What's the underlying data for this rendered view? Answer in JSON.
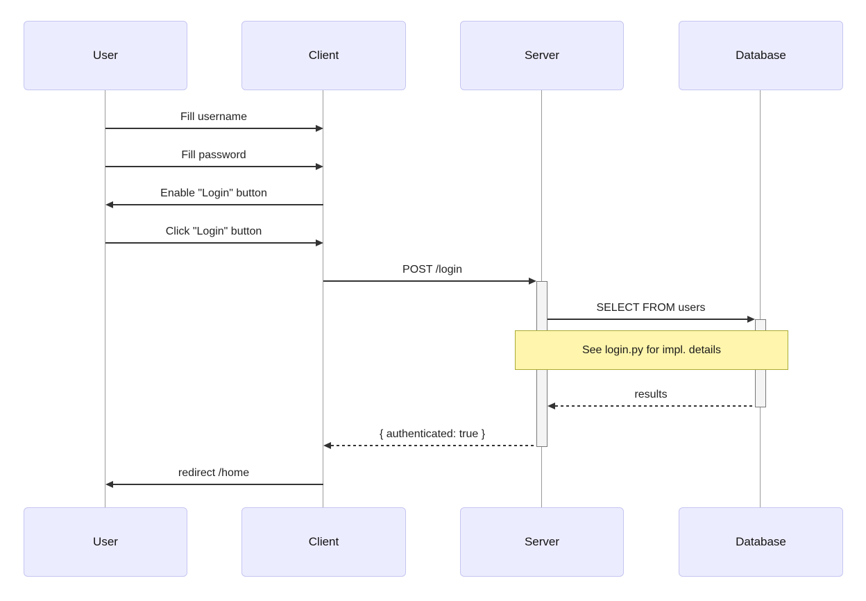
{
  "diagram_type": "sequence-diagram",
  "actors": [
    {
      "name": "User"
    },
    {
      "name": "Client"
    },
    {
      "name": "Server"
    },
    {
      "name": "Database"
    }
  ],
  "messages": [
    {
      "from": "User",
      "to": "Client",
      "label": "Fill username",
      "line": "solid"
    },
    {
      "from": "User",
      "to": "Client",
      "label": "Fill password",
      "line": "solid"
    },
    {
      "from": "Client",
      "to": "User",
      "label": "Enable \"Login\" button",
      "line": "solid"
    },
    {
      "from": "User",
      "to": "Client",
      "label": "Click \"Login\" button",
      "line": "solid"
    },
    {
      "from": "Client",
      "to": "Server",
      "label": "POST /login",
      "line": "solid"
    },
    {
      "from": "Server",
      "to": "Database",
      "label": "SELECT FROM users",
      "line": "solid"
    },
    {
      "from": "Database",
      "to": "Server",
      "label": "results",
      "line": "dashed"
    },
    {
      "from": "Server",
      "to": "Client",
      "label": "{ authenticated: true }",
      "line": "dashed"
    },
    {
      "from": "Client",
      "to": "User",
      "label": "redirect /home",
      "line": "solid"
    }
  ],
  "note": {
    "text": "See login.py for impl. details",
    "over": [
      "Server",
      "Database"
    ]
  },
  "activations": [
    {
      "actor": "Server",
      "starts_at": "POST /login",
      "ends_at": "{ authenticated: true }"
    },
    {
      "actor": "Database",
      "starts_at": "SELECT FROM users",
      "ends_at": "results"
    }
  ],
  "colors": {
    "actor_fill": "#ECECFF",
    "actor_border": "#C5C5F1",
    "lifeline": "#999999",
    "arrow": "#333333",
    "activation_fill": "#F4F4F4",
    "activation_border": "#777777",
    "note_fill": "#FFF5AD",
    "note_border": "#AAAA33",
    "background": "#FFFFFF",
    "text": "#1A1A1A"
  }
}
